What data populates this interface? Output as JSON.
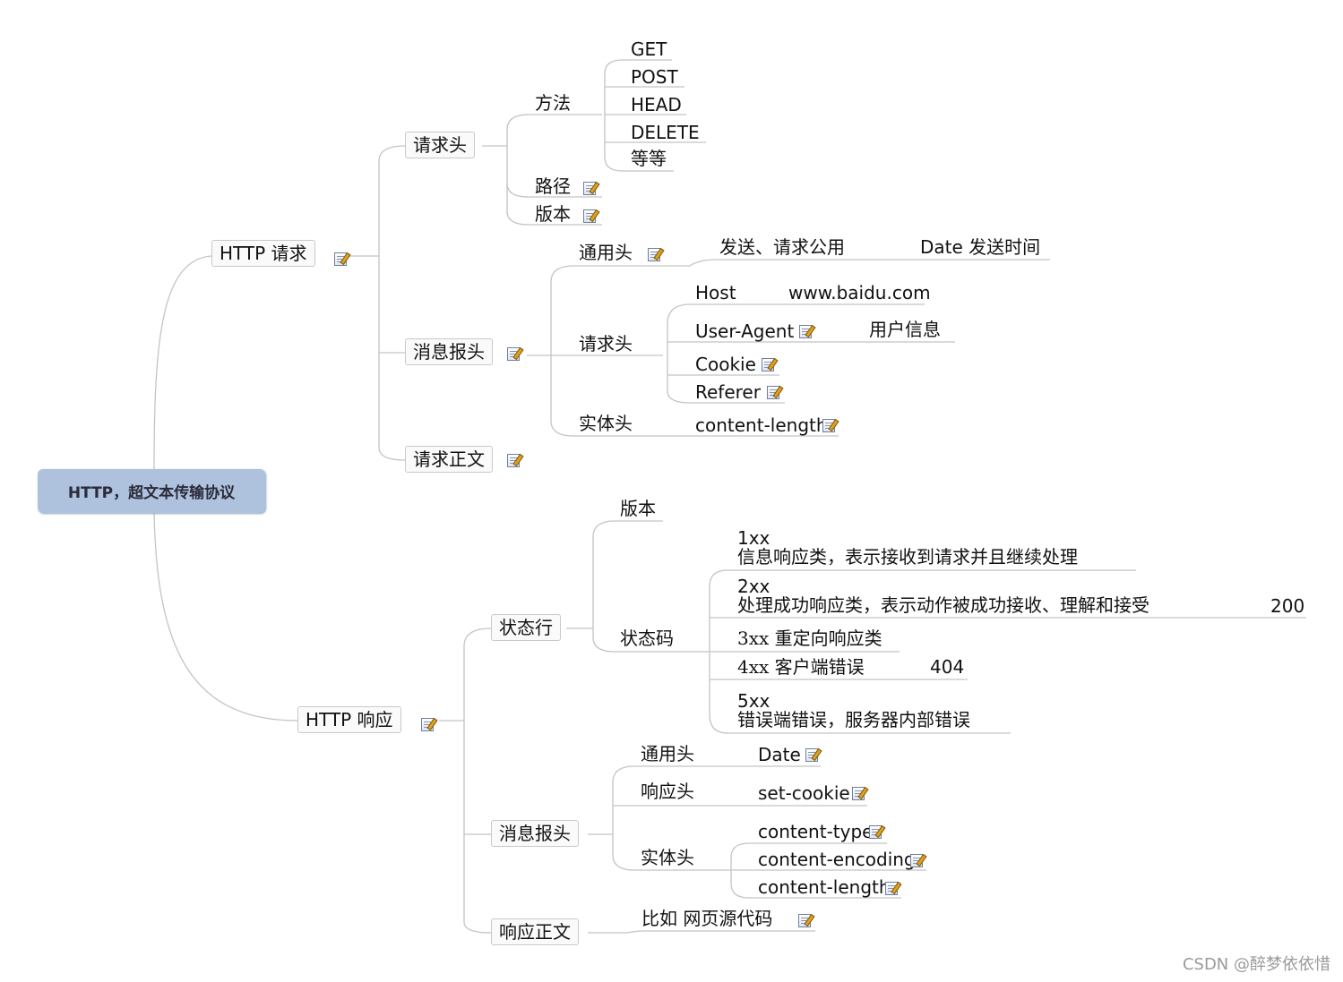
{
  "root": "HTTP，超文本传输协议",
  "watermark": "CSDN @醉梦依依惜",
  "request": {
    "title": "HTTP 请求",
    "request_header": {
      "title": "请求头",
      "method": {
        "title": "方法",
        "items": [
          "GET",
          "POST",
          "HEAD",
          "DELETE",
          "等等"
        ]
      },
      "path": "路径",
      "version": "版本"
    },
    "message_header": {
      "title": "消息报头",
      "general": {
        "title": "通用头",
        "desc": "发送、请求公用",
        "date": "Date 发送时间"
      },
      "request": {
        "title": "请求头",
        "host": "Host",
        "host_value": "www.baidu.com",
        "user_agent": "User-Agent",
        "user_agent_value": "用户信息",
        "cookie": "Cookie",
        "referer": "Referer"
      },
      "entity": {
        "title": "实体头",
        "content_length": "content-length"
      }
    },
    "body": "请求正文"
  },
  "response": {
    "title": "HTTP 响应",
    "status_line": {
      "title": "状态行",
      "version": "版本",
      "status_code": {
        "title": "状态码",
        "c1xx_code": "1xx",
        "c1xx_desc": "信息响应类，表示接收到请求并且继续处理",
        "c2xx_code": "2xx",
        "c2xx_desc": "处理成功响应类，表示动作被成功接收、理解和接受",
        "c2xx_example": "200",
        "c3xx": "3xx 重定向响应类",
        "c4xx": "4xx 客户端错误",
        "c4xx_example": "404",
        "c5xx_code": "5xx",
        "c5xx_desc": "错误端错误，服务器内部错误"
      }
    },
    "message_header": {
      "title": "消息报头",
      "general": {
        "title": "通用头",
        "date": "Date"
      },
      "response": {
        "title": "响应头",
        "set_cookie": "set-cookie"
      },
      "entity": {
        "title": "实体头",
        "content_type": "content-type",
        "content_encoding": "content-encoding",
        "content_length": "content-length"
      }
    },
    "body": {
      "title": "响应正文",
      "example": "比如 网页源代码"
    }
  }
}
